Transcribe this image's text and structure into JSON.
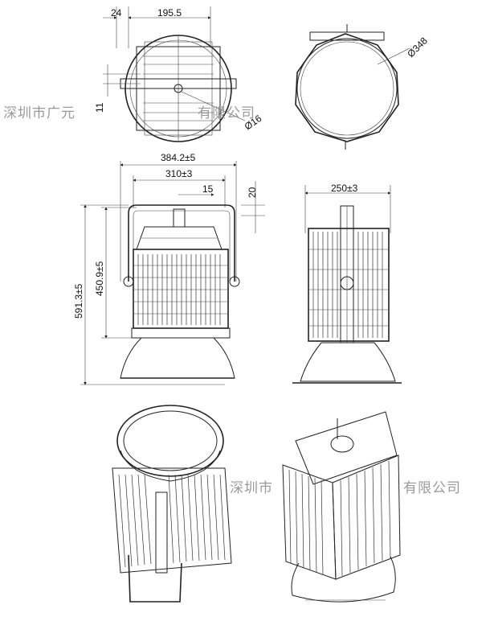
{
  "dimensions": {
    "top_offset": "24",
    "top_width": "195.5",
    "top_side": "11",
    "hole_dia": "Ø16",
    "round_dia": "Ø348",
    "overall_width": "384.2±5",
    "bracket_width": "310±3",
    "shaft_width": "15",
    "shaft_height": "20",
    "overall_height": "591.3±5",
    "body_height": "450.9±5",
    "side_width": "250±3"
  },
  "watermarks": {
    "upper": "深圳市广元",
    "upper_tail": "有限公司",
    "lower": "深圳市",
    "lower_tail": "有限公司"
  },
  "colors": {
    "line": "#222222",
    "watermark": "#9a9a9a",
    "background": "#ffffff"
  }
}
